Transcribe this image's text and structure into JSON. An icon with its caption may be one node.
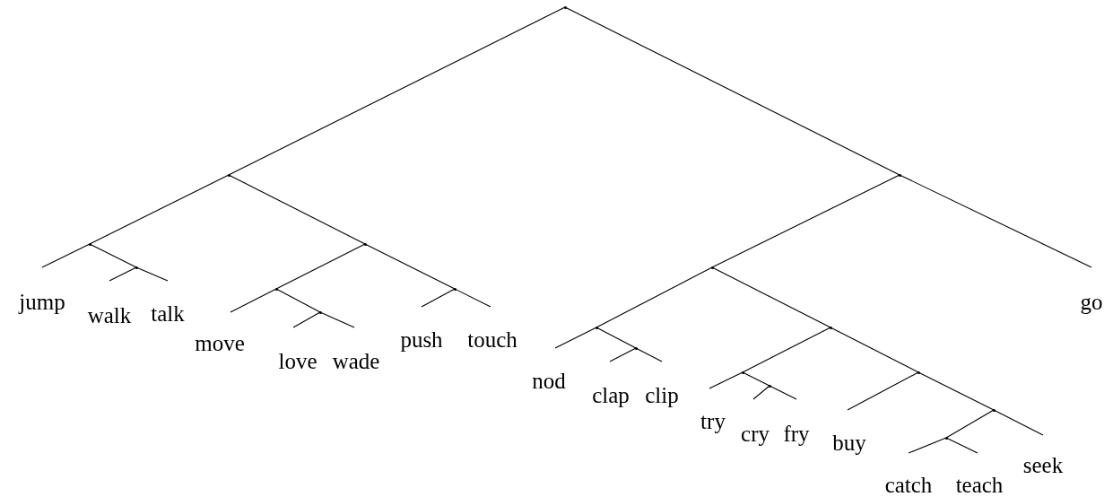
{
  "diagram": {
    "nodes": [
      {
        "text": [],
        "shape": "point"
      },
      {
        "text": [],
        "shape": "point"
      },
      {
        "text": [],
        "shape": "point"
      },
      {
        "text": [],
        "shape": "point"
      },
      {
        "text": [],
        "shape": "point"
      },
      {
        "text": [],
        "shape": "point"
      },
      {
        "text": [],
        "shape": "point"
      },
      {
        "text": [],
        "shape": "point"
      },
      {
        "text": [],
        "shape": "point"
      },
      {
        "text": [],
        "shape": "point"
      },
      {
        "text": [],
        "shape": "point"
      },
      {
        "text": [],
        "shape": "point"
      },
      {
        "text": [],
        "shape": "point"
      },
      {
        "text": [],
        "shape": "point"
      },
      {
        "text": [],
        "shape": "point"
      },
      {
        "text": [],
        "shape": "point"
      },
      {
        "text": [],
        "shape": "point"
      },
      {
        "text": [],
        "shape": "point"
      },
      {
        "text": [
          "jump"
        ]
      },
      {
        "text": [
          "walk"
        ]
      },
      {
        "text": [
          "talk"
        ]
      },
      {
        "text": [
          "move"
        ]
      },
      {
        "text": [
          "love"
        ]
      },
      {
        "text": [
          "wade"
        ]
      },
      {
        "text": [
          "push"
        ]
      },
      {
        "text": [
          "touch"
        ]
      },
      {
        "text": [
          "nod"
        ]
      },
      {
        "text": [
          "clap"
        ]
      },
      {
        "text": [
          "clip"
        ]
      },
      {
        "text": [
          "try"
        ]
      },
      {
        "text": [
          "cry"
        ]
      },
      {
        "text": [
          "fry"
        ]
      },
      {
        "text": [
          "buy"
        ]
      },
      {
        "text": [
          "catch"
        ]
      },
      {
        "text": [
          "teach"
        ]
      },
      {
        "text": [
          "seek"
        ]
      },
      {
        "text": [
          "go"
        ]
      }
    ],
    "edges": [
      {
        "from": 0,
        "to": 1,
        "arrow": "none"
      },
      {
        "from": 0,
        "to": 2,
        "arrow": "none"
      },
      {
        "from": 1,
        "to": 3,
        "arrow": "none"
      },
      {
        "from": 1,
        "to": 4,
        "arrow": "none"
      },
      {
        "from": 3,
        "to": 18,
        "arrow": "none"
      },
      {
        "from": 3,
        "to": 6,
        "arrow": "none"
      },
      {
        "from": 6,
        "to": 19,
        "arrow": "none"
      },
      {
        "from": 6,
        "to": 20,
        "arrow": "none"
      },
      {
        "from": 4,
        "to": 7,
        "arrow": "none"
      },
      {
        "from": 4,
        "to": 8,
        "arrow": "none"
      },
      {
        "from": 7,
        "to": 21,
        "arrow": "none"
      },
      {
        "from": 7,
        "to": 9,
        "arrow": "none"
      },
      {
        "from": 9,
        "to": 22,
        "arrow": "none"
      },
      {
        "from": 9,
        "to": 23,
        "arrow": "none"
      },
      {
        "from": 8,
        "to": 24,
        "arrow": "none"
      },
      {
        "from": 8,
        "to": 25,
        "arrow": "none"
      },
      {
        "from": 2,
        "to": 5,
        "arrow": "none"
      },
      {
        "from": 2,
        "to": 36,
        "arrow": "none"
      },
      {
        "from": 5,
        "to": 10,
        "arrow": "none"
      },
      {
        "from": 5,
        "to": 11,
        "arrow": "none"
      },
      {
        "from": 10,
        "to": 26,
        "arrow": "none"
      },
      {
        "from": 10,
        "to": 12,
        "arrow": "none"
      },
      {
        "from": 12,
        "to": 27,
        "arrow": "none"
      },
      {
        "from": 12,
        "to": 28,
        "arrow": "none"
      },
      {
        "from": 11,
        "to": 13,
        "arrow": "none"
      },
      {
        "from": 11,
        "to": 14,
        "arrow": "none"
      },
      {
        "from": 13,
        "to": 29,
        "arrow": "none"
      },
      {
        "from": 13,
        "to": 15,
        "arrow": "none"
      },
      {
        "from": 15,
        "to": 30,
        "arrow": "none"
      },
      {
        "from": 15,
        "to": 31,
        "arrow": "none"
      },
      {
        "from": 14,
        "to": 32,
        "arrow": "none"
      },
      {
        "from": 14,
        "to": 16,
        "arrow": "none"
      },
      {
        "from": 16,
        "to": 17,
        "arrow": "none"
      },
      {
        "from": 16,
        "to": 35,
        "arrow": "none"
      },
      {
        "from": 17,
        "to": 33,
        "arrow": "none"
      },
      {
        "from": 17,
        "to": 34,
        "arrow": "none"
      }
    ]
  }
}
